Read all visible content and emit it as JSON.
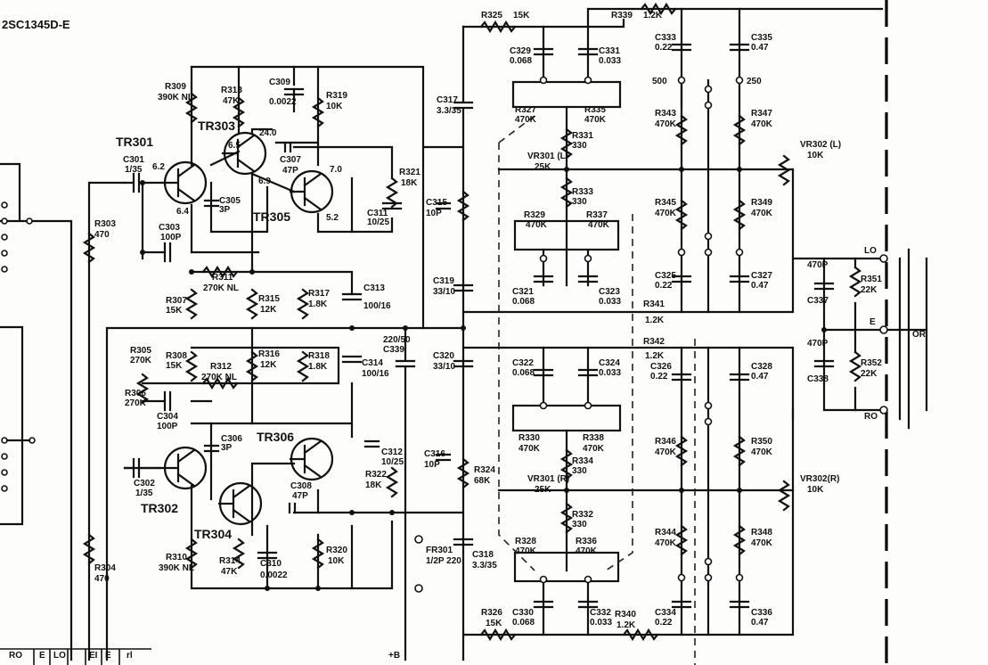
{
  "title_fragment": "2SC1345D-E",
  "transistors": [
    {
      "id": "tr301",
      "label": "TR301",
      "pins": [
        "6.2",
        "6.4"
      ]
    },
    {
      "id": "tr302",
      "label": "TR302",
      "pins": []
    },
    {
      "id": "tr303",
      "label": "TR303",
      "pins": [
        "6.5",
        "24.0",
        "6.9"
      ]
    },
    {
      "id": "tr304",
      "label": "TR304",
      "pins": []
    },
    {
      "id": "tr305",
      "label": "TR305",
      "pins": [
        "7.0",
        "5.2"
      ]
    },
    {
      "id": "tr306",
      "label": "TR306",
      "pins": []
    }
  ],
  "components": [
    {
      "id": "c301",
      "ref": "C301",
      "value": "1/35"
    },
    {
      "id": "c302",
      "ref": "C302",
      "value": "1/35"
    },
    {
      "id": "c303",
      "ref": "C303",
      "value": "100P"
    },
    {
      "id": "c304",
      "ref": "C304",
      "value": "100P"
    },
    {
      "id": "c305",
      "ref": "C305",
      "value": "3P"
    },
    {
      "id": "c306",
      "ref": "C306",
      "value": "3P"
    },
    {
      "id": "c307",
      "ref": "C307",
      "value": "47P"
    },
    {
      "id": "c308",
      "ref": "C308",
      "value": "47P"
    },
    {
      "id": "c309",
      "ref": "C309",
      "value": "0.0022"
    },
    {
      "id": "c310",
      "ref": "C310",
      "value": "0.0022"
    },
    {
      "id": "c311",
      "ref": "C311",
      "value": "10/25"
    },
    {
      "id": "c312",
      "ref": "C312",
      "value": "10/25"
    },
    {
      "id": "c313",
      "ref": "C313",
      "value": "100/16"
    },
    {
      "id": "c314",
      "ref": "C314",
      "value": "100/16"
    },
    {
      "id": "c315",
      "ref": "C315",
      "value": "10P"
    },
    {
      "id": "c316",
      "ref": "C316",
      "value": "10P"
    },
    {
      "id": "c317",
      "ref": "C317",
      "value": "3.3/35"
    },
    {
      "id": "c318",
      "ref": "C318",
      "value": "3.3/35"
    },
    {
      "id": "c319",
      "ref": "C319",
      "value": "33/10"
    },
    {
      "id": "c320",
      "ref": "C320",
      "value": "33/10"
    },
    {
      "id": "c321",
      "ref": "C321",
      "value": "0.068"
    },
    {
      "id": "c322",
      "ref": "C322",
      "value": "0.068"
    },
    {
      "id": "c323",
      "ref": "C323",
      "value": "0.033"
    },
    {
      "id": "c324",
      "ref": "C324",
      "value": "0.033"
    },
    {
      "id": "c329",
      "ref": "C329",
      "value": "0.068"
    },
    {
      "id": "c330",
      "ref": "C330",
      "value": "0.068"
    },
    {
      "id": "c331",
      "ref": "C331",
      "value": "0.033"
    },
    {
      "id": "c332",
      "ref": "C332",
      "value": "0.033"
    },
    {
      "id": "c333",
      "ref": "C333",
      "value": "0.22"
    },
    {
      "id": "c334",
      "ref": "C334",
      "value": "0.22"
    },
    {
      "id": "c325",
      "ref": "C325",
      "value": "0.22"
    },
    {
      "id": "c326",
      "ref": "C326",
      "value": "0.22"
    },
    {
      "id": "c327",
      "ref": "C327",
      "value": "0.47"
    },
    {
      "id": "c328",
      "ref": "C328",
      "value": "0.47"
    },
    {
      "id": "c335",
      "ref": "C335",
      "value": "0.47"
    },
    {
      "id": "c336",
      "ref": "C336",
      "value": "0.47"
    },
    {
      "id": "c337",
      "ref": "C337",
      "value": "470P"
    },
    {
      "id": "c338",
      "ref": "C338",
      "value": "470P"
    },
    {
      "id": "c339",
      "ref": "C339",
      "value": "220/50"
    },
    {
      "id": "r303",
      "ref": "R303",
      "value": "470"
    },
    {
      "id": "r304",
      "ref": "R304",
      "value": "470"
    },
    {
      "id": "r305",
      "ref": "R305",
      "value": "270K"
    },
    {
      "id": "r306",
      "ref": "R306",
      "value": "270K"
    },
    {
      "id": "r307",
      "ref": "R307",
      "value": "15K"
    },
    {
      "id": "r308",
      "ref": "R308",
      "value": "15K"
    },
    {
      "id": "r309",
      "ref": "R309",
      "value": "390K NL"
    },
    {
      "id": "r310",
      "ref": "R310",
      "value": "390K NL"
    },
    {
      "id": "r311",
      "ref": "R311",
      "value": "270K NL"
    },
    {
      "id": "r312",
      "ref": "R312",
      "value": "270K NL"
    },
    {
      "id": "r313",
      "ref": "R313",
      "value": "47K"
    },
    {
      "id": "r314",
      "ref": "R314",
      "value": "47K"
    },
    {
      "id": "r315",
      "ref": "R315",
      "value": "12K"
    },
    {
      "id": "r316",
      "ref": "R316",
      "value": "12K"
    },
    {
      "id": "r317",
      "ref": "R317",
      "value": "1.8K"
    },
    {
      "id": "r318",
      "ref": "R318",
      "value": "1.8K"
    },
    {
      "id": "r319",
      "ref": "R319",
      "value": "10K"
    },
    {
      "id": "r320",
      "ref": "R320",
      "value": "10K"
    },
    {
      "id": "r321",
      "ref": "R321",
      "value": "18K"
    },
    {
      "id": "r322",
      "ref": "R322",
      "value": "18K"
    },
    {
      "id": "r324",
      "ref": "R324",
      "value": "68K"
    },
    {
      "id": "r325",
      "ref": "R325",
      "value": "15K"
    },
    {
      "id": "r326",
      "ref": "R326",
      "value": "15K"
    },
    {
      "id": "r327",
      "ref": "R327",
      "value": "470K"
    },
    {
      "id": "r328",
      "ref": "R328",
      "value": "470K"
    },
    {
      "id": "r329",
      "ref": "R329",
      "value": "470K"
    },
    {
      "id": "r330",
      "ref": "R330",
      "value": "470K"
    },
    {
      "id": "r331",
      "ref": "R331",
      "value": "330"
    },
    {
      "id": "r332",
      "ref": "R332",
      "value": "330"
    },
    {
      "id": "r333",
      "ref": "R333",
      "value": "330"
    },
    {
      "id": "r334",
      "ref": "R334",
      "value": "330"
    },
    {
      "id": "r335",
      "ref": "R335",
      "value": "470K"
    },
    {
      "id": "r336",
      "ref": "R336",
      "value": "470K"
    },
    {
      "id": "r337",
      "ref": "R337",
      "value": "470K"
    },
    {
      "id": "r338",
      "ref": "R338",
      "value": "470K"
    },
    {
      "id": "r339",
      "ref": "R339",
      "value": "1.2K"
    },
    {
      "id": "r340",
      "ref": "R340",
      "value": "1.2K"
    },
    {
      "id": "r341",
      "ref": "R341",
      "value": "1.2K"
    },
    {
      "id": "r342",
      "ref": "R342",
      "value": "1.2K"
    },
    {
      "id": "r343",
      "ref": "R343",
      "value": "470K"
    },
    {
      "id": "r344",
      "ref": "R344",
      "value": "470K"
    },
    {
      "id": "r345",
      "ref": "R345",
      "value": "470K"
    },
    {
      "id": "r346",
      "ref": "R346",
      "value": "470K"
    },
    {
      "id": "r347",
      "ref": "R347",
      "value": "470K"
    },
    {
      "id": "r348",
      "ref": "R348",
      "value": "470K"
    },
    {
      "id": "r349",
      "ref": "R349",
      "value": "470K"
    },
    {
      "id": "r350",
      "ref": "R350",
      "value": "470K"
    },
    {
      "id": "r351",
      "ref": "R351",
      "value": "22K"
    },
    {
      "id": "r352",
      "ref": "R352",
      "value": "22K"
    },
    {
      "id": "vr301l",
      "ref": "VR301 (L)",
      "value": "25K"
    },
    {
      "id": "vr301r",
      "ref": "VR301 (R)",
      "value": "25K"
    },
    {
      "id": "vr302l",
      "ref": "VR302 (L)",
      "value": "10K"
    },
    {
      "id": "vr302r",
      "ref": "VR302(R)",
      "value": "10K"
    },
    {
      "id": "fr301",
      "ref": "FR301",
      "value": "1/2P 220"
    }
  ],
  "switch_labels": {
    "s500": "500",
    "s250": "250"
  },
  "terminals": {
    "lo": "LO",
    "ro": "RO",
    "e_right": "E",
    "or_label": "OR",
    "bottom": [
      "RO",
      "E",
      "LO",
      "EI",
      "E",
      "rl"
    ],
    "plus_b": "+B"
  }
}
